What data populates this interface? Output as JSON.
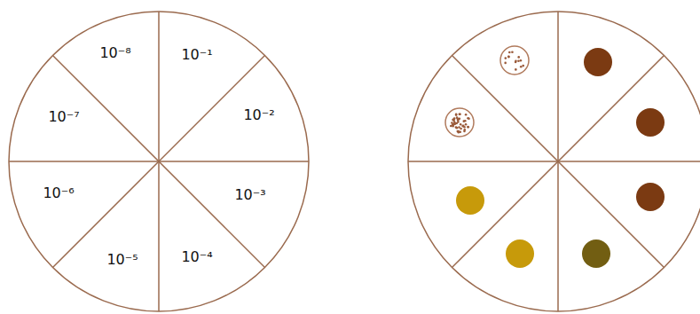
{
  "diagram": {
    "labels": [
      "10⁻¹",
      "10⁻²",
      "10⁻³",
      "10⁻⁴",
      "10⁻⁵",
      "10⁻⁶",
      "10⁻⁷",
      "10⁻⁸"
    ]
  }
}
